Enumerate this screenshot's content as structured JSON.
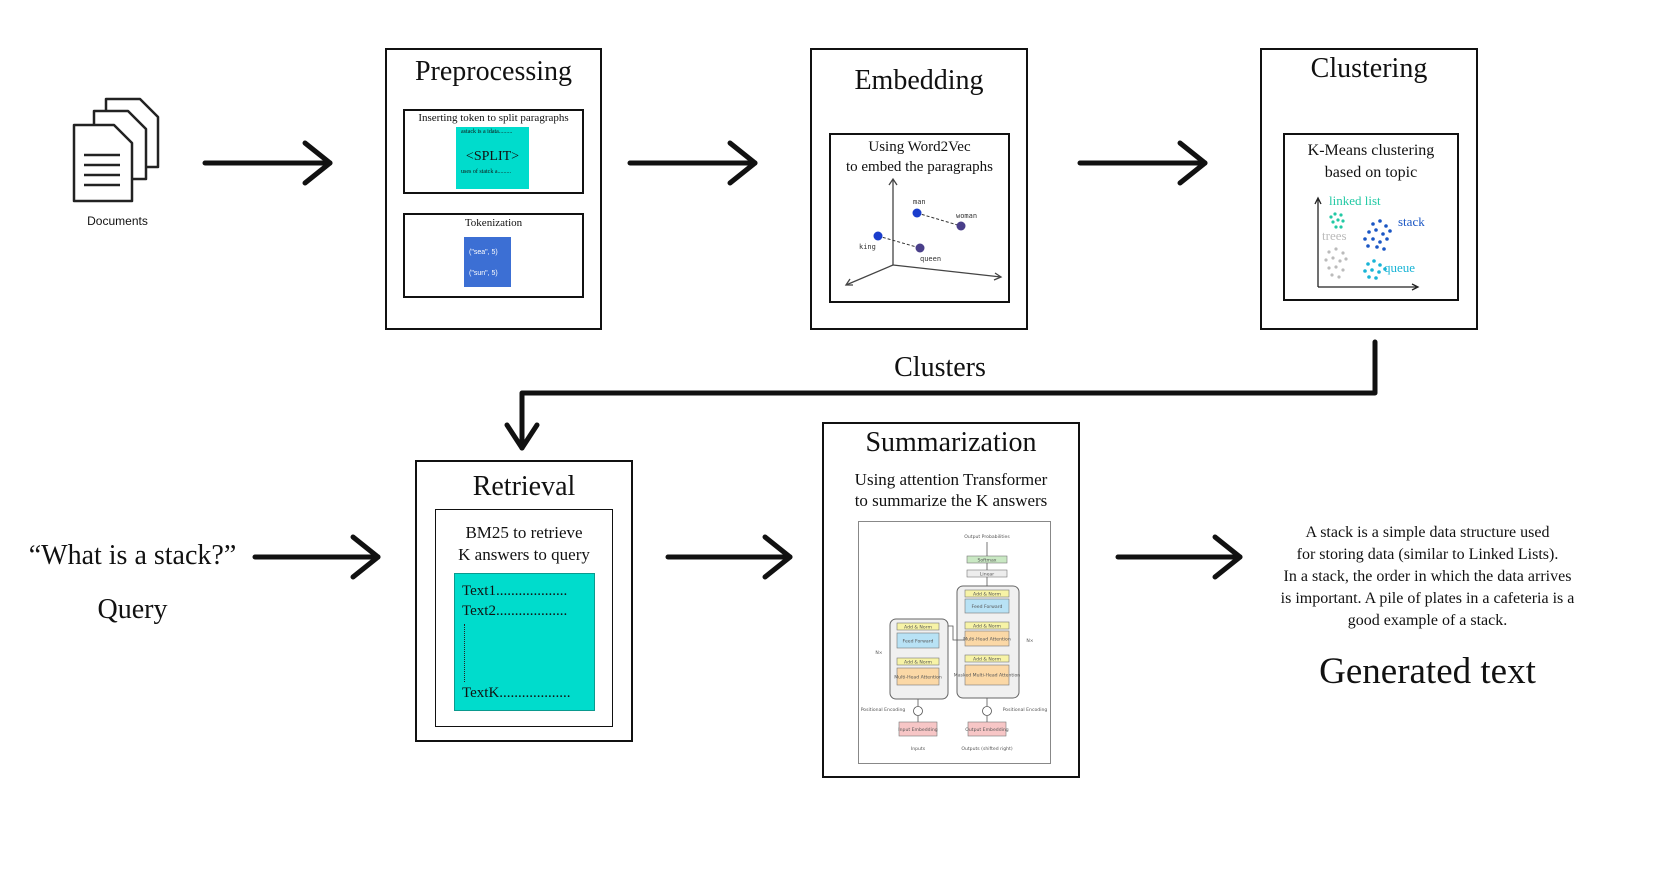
{
  "documents": {
    "label": "Documents"
  },
  "preprocessing": {
    "title": "Preprocessing",
    "split_box": {
      "caption": "Inserting token to split paragraphs",
      "line1": "astack is a idata.........",
      "token": "<SPLIT>",
      "line2": "uses of statck a........."
    },
    "tokenization": {
      "caption": "Tokenization",
      "token1": "(\"sea\", 5)",
      "token2": "(\"sun\", 5)"
    }
  },
  "embedding": {
    "title": "Embedding",
    "caption_line1": "Using Word2Vec",
    "caption_line2": "to embed the paragraphs",
    "words": {
      "man": "man",
      "woman": "woman",
      "king": "king",
      "queen": "queen"
    }
  },
  "clustering": {
    "title": "Clustering",
    "caption_line1": "K-Means clustering",
    "caption_line2": "based on topic",
    "clusters": {
      "linked_list": "linked list",
      "stack": "stack",
      "trees": "trees",
      "queue": "queue"
    },
    "colors": {
      "linked_list": "#22c9a4",
      "stack": "#1a56c4",
      "trees": "#bbbbbb",
      "queue": "#19b4d6"
    }
  },
  "clusters_label": "Clusters",
  "retrieval": {
    "title": "Retrieval",
    "caption_line1": "BM25 to retrieve",
    "caption_line2": "K answers to query",
    "text1": "Text1...................",
    "text2": "Text2...................",
    "textk": "TextK..................."
  },
  "summarization": {
    "title": "Summarization",
    "caption_line1": "Using attention Transformer",
    "caption_line2": "to summarize the K answers",
    "transformer": {
      "output_probabilities": "Output Probabilities",
      "softmax": "Softmax",
      "linear": "Linear",
      "add_norm": "Add & Norm",
      "feed_forward": "Feed Forward",
      "multi_head": "Multi-Head Attention",
      "masked_multi_head": "Masked Multi-Head Attention",
      "positional_encoding": "Positional Encoding",
      "input_embedding": "Input Embedding",
      "output_embedding": "Output Embedding",
      "inputs": "Inputs",
      "outputs": "Outputs (shifted right)",
      "nx": "N×"
    }
  },
  "query": {
    "text": "“What is a stack?”",
    "label": "Query"
  },
  "generated": {
    "lines": [
      "A stack is a simple data structure used",
      "for storing data  (similar to Linked Lists).",
      "In a stack, the order in which the data arrives",
      "is important. A pile of plates in a cafeteria is a",
      "good example of a stack."
    ],
    "label": "Generated text"
  }
}
